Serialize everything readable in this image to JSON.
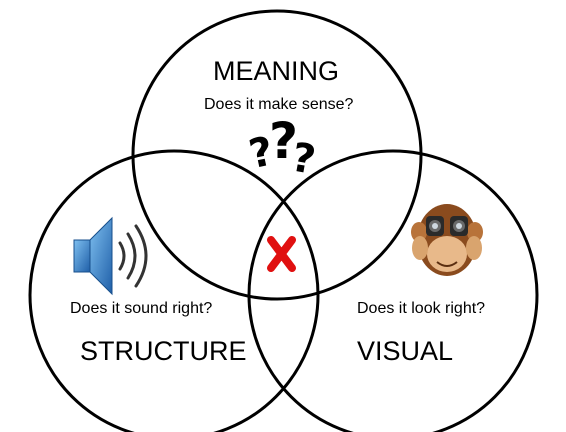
{
  "meaning": {
    "title": "MEANING",
    "question": "Does it make sense?",
    "icon": "question-marks-icon"
  },
  "structure": {
    "title": "STRUCTURE",
    "question": "Does it sound right?",
    "icon": "speaker-icon"
  },
  "visual": {
    "title": "VISUAL",
    "question": "Does it look right?",
    "icon": "monkey-binoculars-icon"
  },
  "center": {
    "icon": "red-x-icon"
  },
  "colors": {
    "line": "#000000",
    "x_mark": "#e01010",
    "speaker": "#2f7fc8",
    "monkey": "#8a4b1e"
  }
}
